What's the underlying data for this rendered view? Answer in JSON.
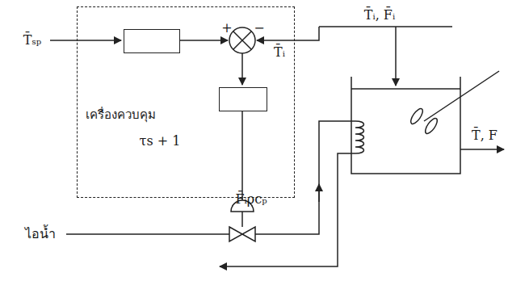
{
  "diagram": {
    "nodes": [
      {
        "text": [
          "เครื่องควบคุม"
        ]
      },
      {
        "text": [
          "τs + 1"
        ],
        "in": 0
      },
      {
        "text": [
          "F̄ᵢρcₚ"
        ],
        "in": 0
      }
    ],
    "labels": [
      "T̄ₛₚ",
      "+",
      "−",
      "T̄ᵢ",
      "T̄ᵢ, F̄ᵢ",
      "T̄, F",
      "ไอน้ำ"
    ]
  }
}
